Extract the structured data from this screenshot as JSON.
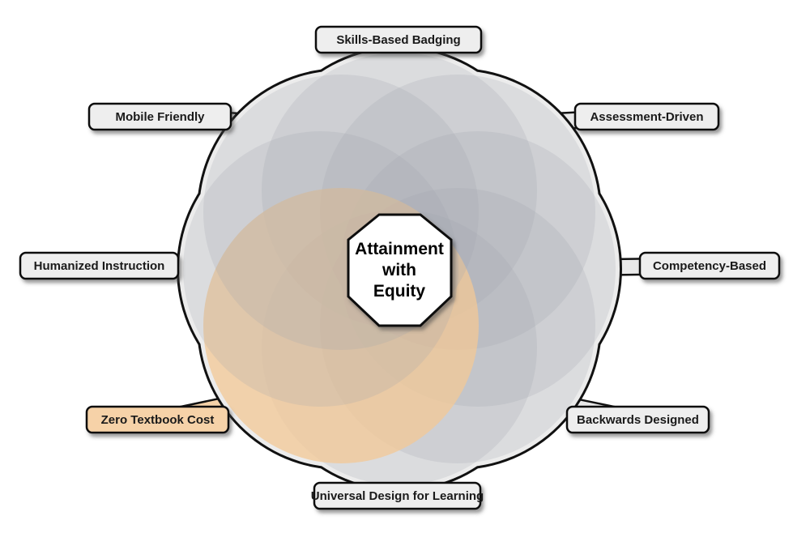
{
  "center": {
    "lines": [
      "Attainment",
      "with",
      "Equity"
    ]
  },
  "labels": [
    {
      "text": "Skills-Based Badging",
      "highlight": false
    },
    {
      "text": "Assessment-Driven",
      "highlight": false
    },
    {
      "text": "Competency-Based",
      "highlight": false
    },
    {
      "text": "Backwards Designed",
      "highlight": false
    },
    {
      "text": "Universal Design for Learning",
      "highlight": false
    },
    {
      "text": "Zero Textbook Cost",
      "highlight": true
    },
    {
      "text": "Humanized Instruction",
      "highlight": false
    },
    {
      "text": "Mobile Friendly",
      "highlight": false
    }
  ],
  "colors": {
    "petal": "#9ea4ab",
    "highlight_petal": "#f3c896",
    "highlight_label": "#f6d2a8",
    "label_fill": "#eeeeee",
    "outline": "#111111",
    "shadow": "#555555"
  }
}
